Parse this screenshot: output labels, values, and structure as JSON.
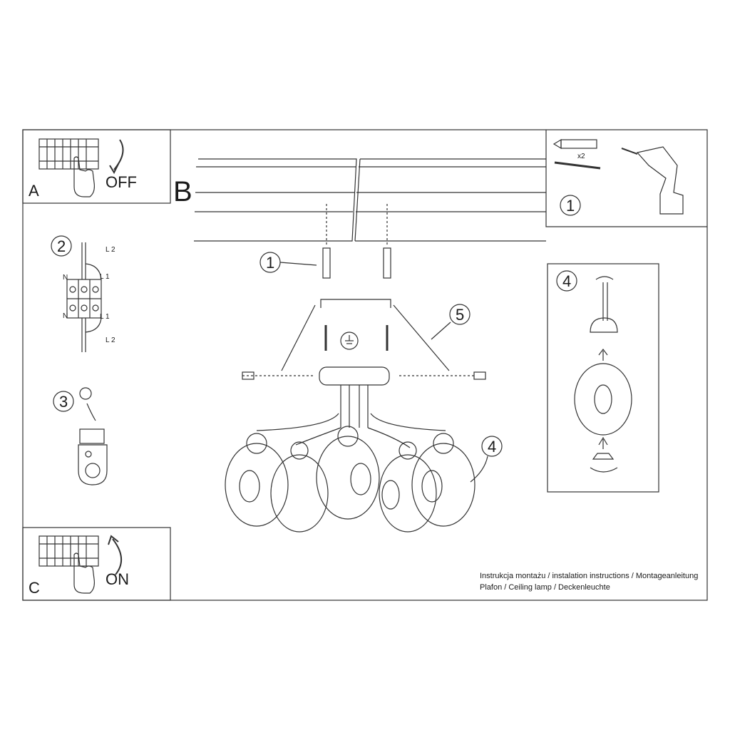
{
  "panels": {
    "a": {
      "letter": "A",
      "action": "OFF"
    },
    "b": {
      "letter": "B"
    },
    "c": {
      "letter": "C",
      "action": "ON"
    }
  },
  "steps": {
    "tools_number": "1",
    "screw_quantity": "x2",
    "plug_number": "1",
    "wiring_number": "2",
    "ground_number": "3",
    "canopy_number": "5",
    "shade_number": "4",
    "detail_number": "4"
  },
  "wiring": {
    "top": [
      "L 2",
      "L 1"
    ],
    "left": [
      "N",
      "N"
    ],
    "bottom": [
      "L 1",
      "L 2"
    ]
  },
  "caption": {
    "line1": "Instrukcja montażu / instalation instructions / Montageanleitung",
    "line2": "Plafon / Ceiling lamp / Deckenleuchte"
  },
  "icons": [
    "terminal-block-icon",
    "hand-icon",
    "arrow-down-icon",
    "arrow-up-icon",
    "drill-icon",
    "wall-plug-icon",
    "screw-icon",
    "ground-symbol-icon",
    "ceiling-lamp-icon",
    "glass-shade-icon"
  ]
}
